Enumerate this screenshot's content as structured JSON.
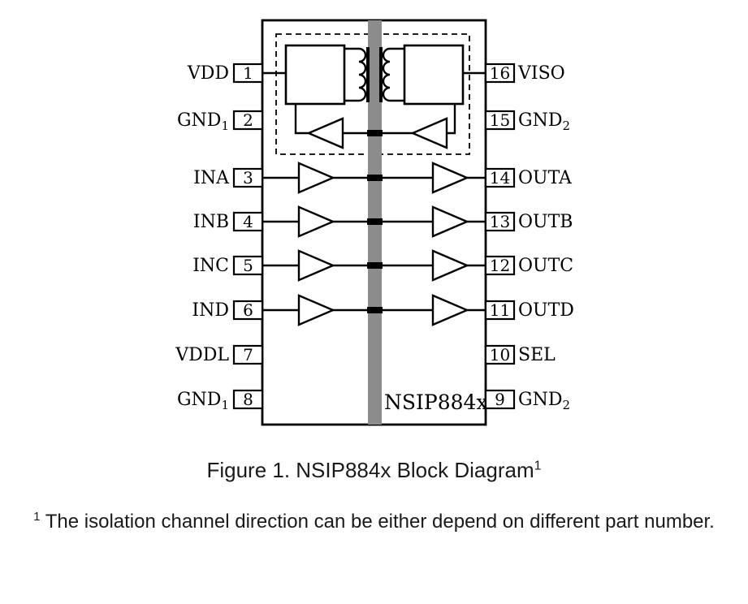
{
  "figure": {
    "caption_text": "Figure 1. NSIP884x Block Diagram",
    "caption_superscript": "1",
    "footnote_marker": "1",
    "footnote_text": "The isolation channel direction can be either depend on different part number."
  },
  "chip": {
    "name": "NSIP884x",
    "left_pins": [
      {
        "num": "1",
        "label": "VDD"
      },
      {
        "num": "2",
        "label": "GND",
        "sub": "1"
      },
      {
        "num": "3",
        "label": "INA"
      },
      {
        "num": "4",
        "label": "INB"
      },
      {
        "num": "5",
        "label": "INC"
      },
      {
        "num": "6",
        "label": "IND"
      },
      {
        "num": "7",
        "label": "VDDL"
      },
      {
        "num": "8",
        "label": "GND",
        "sub": "1"
      }
    ],
    "right_pins": [
      {
        "num": "16",
        "label": "VISO"
      },
      {
        "num": "15",
        "label": "GND",
        "sub": "2"
      },
      {
        "num": "14",
        "label": "OUTA"
      },
      {
        "num": "13",
        "label": "OUTB"
      },
      {
        "num": "12",
        "label": "OUTC"
      },
      {
        "num": "11",
        "label": "OUTD"
      },
      {
        "num": "10",
        "label": "SEL"
      },
      {
        "num": "9",
        "label": "GND",
        "sub": "2"
      }
    ],
    "colors": {
      "isolation_bar": "#8c8c8c",
      "line": "#000000"
    }
  }
}
